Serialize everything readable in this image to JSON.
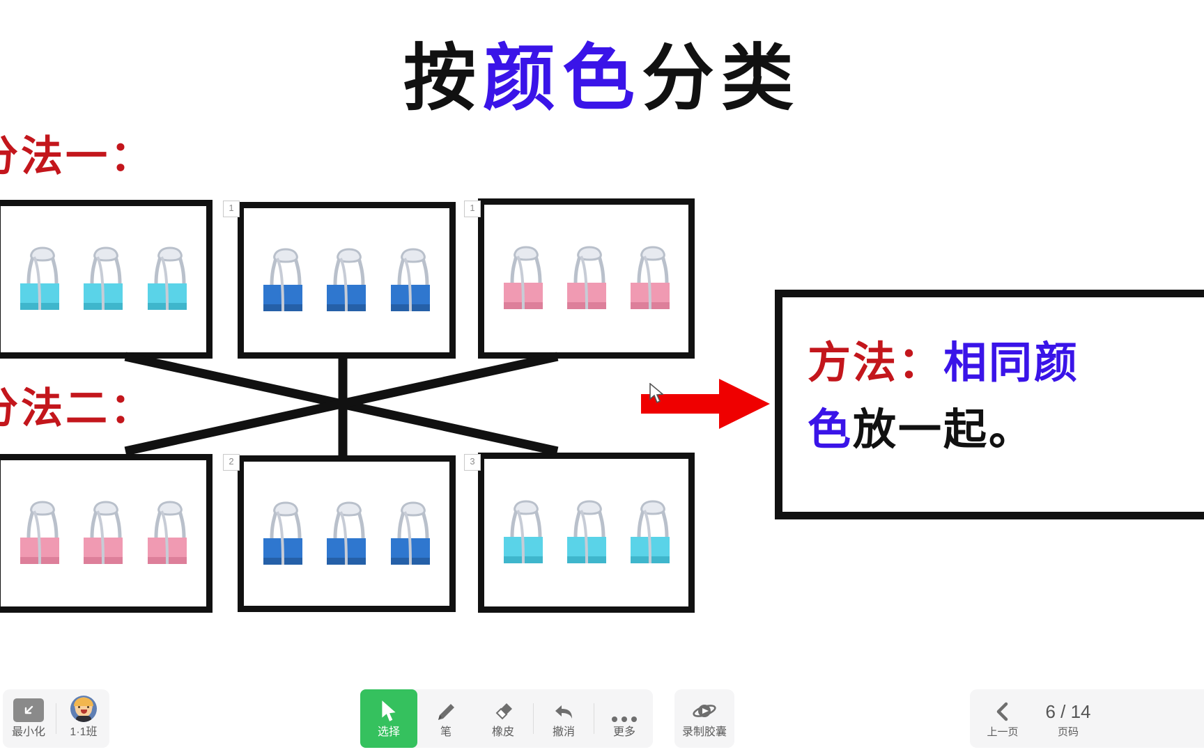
{
  "slide": {
    "title_parts": [
      {
        "text": "按",
        "color": "#111111"
      },
      {
        "text": "颜色",
        "color": "#3a14e8"
      },
      {
        "text": "分类",
        "color": "#111111"
      }
    ],
    "section_labels": {
      "first": "分法一：",
      "second": "分法二：",
      "color": "#c3161c"
    },
    "method_box": {
      "line1": [
        {
          "text": "方法：",
          "color": "#c3161c"
        },
        {
          "text": "相同颜",
          "color": "#3a14e8"
        }
      ],
      "line2": [
        {
          "text": "色",
          "color": "#3a14e8"
        },
        {
          "text": "放一起。",
          "color": "#111111"
        }
      ]
    },
    "groups_row1": [
      {
        "badge": "",
        "clip_color": "#5ad3e8",
        "count": 3,
        "name": "cyan-clips-group"
      },
      {
        "badge": "1",
        "clip_color": "#2f77cf",
        "count": 3,
        "name": "blue-clips-group"
      },
      {
        "badge": "1",
        "clip_color": "#f09ab2",
        "count": 3,
        "name": "pink-clips-group"
      }
    ],
    "groups_row2": [
      {
        "badge": "",
        "clip_color": "#f09ab2",
        "count": 3,
        "name": "pink-clips-group"
      },
      {
        "badge": "2",
        "clip_color": "#2f77cf",
        "count": 3,
        "name": "blue-clips-group"
      },
      {
        "badge": "3",
        "clip_color": "#5ad3e8",
        "count": 3,
        "name": "cyan-clips-group"
      }
    ],
    "arrow_color": "#ef0000"
  },
  "toolbar_left": {
    "minimize": {
      "label": "最小化",
      "icon": "arrow-down-left-icon"
    },
    "classroom": {
      "label": "1·1班",
      "icon": "avatar-icon"
    }
  },
  "toolbar_center": {
    "items": [
      {
        "label": "选择",
        "icon": "cursor-icon",
        "active": true
      },
      {
        "label": "笔",
        "icon": "pen-icon",
        "active": false
      },
      {
        "label": "橡皮",
        "icon": "eraser-icon",
        "active": false
      },
      {
        "label": "撤消",
        "icon": "undo-icon",
        "active": false
      },
      {
        "label": "更多",
        "icon": "more-dots-icon",
        "active": false
      }
    ],
    "accent": "#35c15e"
  },
  "toolbar_capsule": {
    "label": "录制胶囊",
    "icon": "record-capsule-icon"
  },
  "toolbar_right": {
    "prev": {
      "label": "上一页",
      "icon": "chevron-left-icon"
    },
    "page": {
      "value": "6 / 14",
      "label": "页码"
    }
  }
}
